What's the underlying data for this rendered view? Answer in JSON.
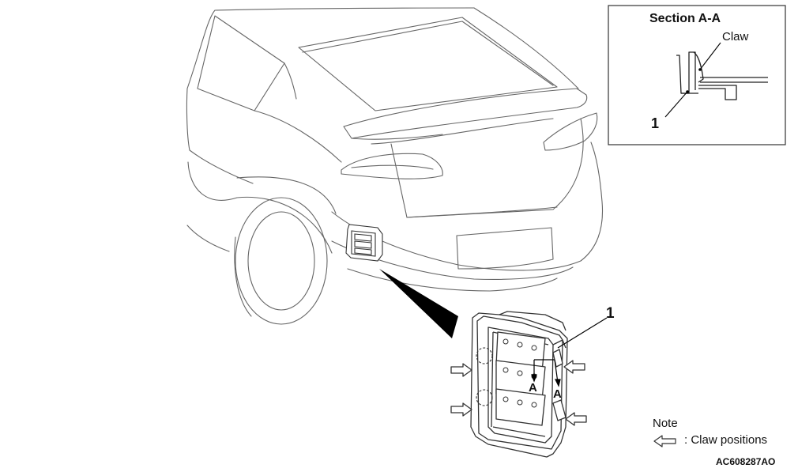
{
  "section_view": {
    "title": "Section A-A",
    "claw_label": "Claw",
    "part_number": "1"
  },
  "main_view": {
    "part_number": "1",
    "cut_label_left": "A",
    "cut_label_right": "A"
  },
  "note": {
    "title": "Note",
    "icon": "hollow-arrow-icon",
    "text": ": Claw positions"
  },
  "figure_code": "AC608287AO",
  "colors": {
    "line": "#333333",
    "fill": "#ffffff",
    "leader": "#000000"
  }
}
